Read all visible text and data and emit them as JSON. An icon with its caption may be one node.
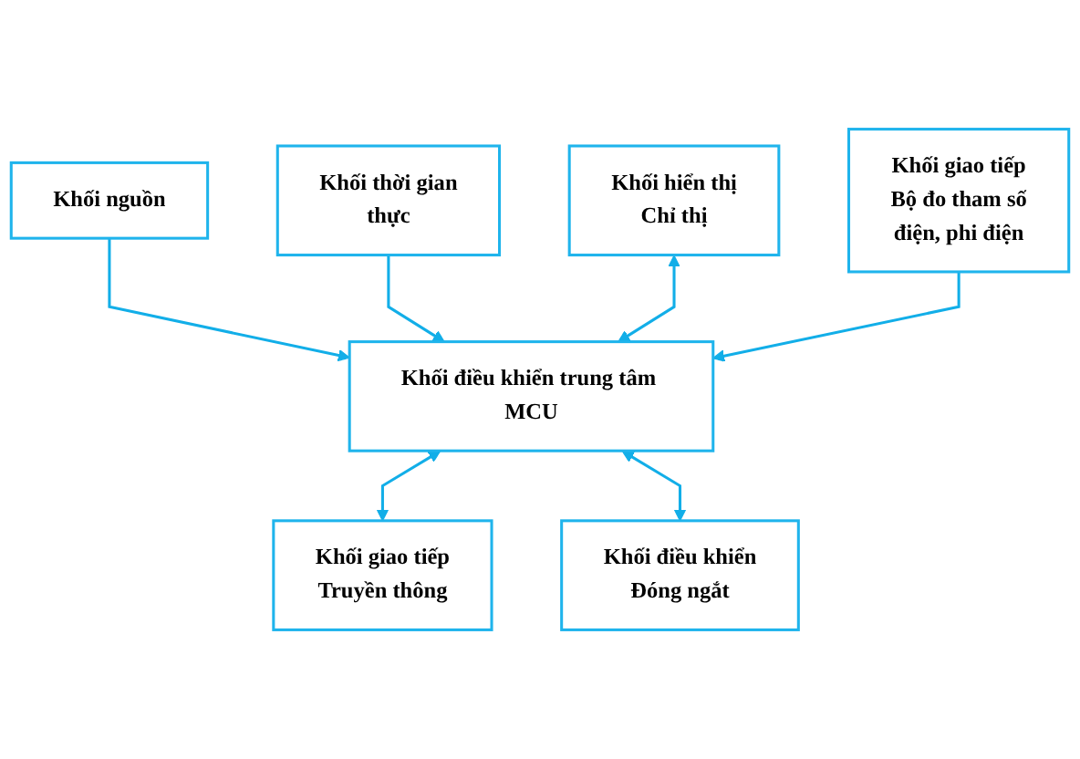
{
  "diagram": {
    "nodes": [
      {
        "text": [
          "Khối nguồn"
        ]
      },
      {
        "text": [
          "Khối thời gian thực"
        ]
      },
      {
        "text": [
          "Khối hiển thị Chỉ thị"
        ]
      },
      {
        "text": [
          "Khối điều khiển trung tâm MCU"
        ]
      },
      {
        "text": [
          "Khối giao tiếp Truyền thông"
        ]
      },
      {
        "text": [
          "Khối điều khiển Đóng ngắt"
        ]
      },
      {
        "text": [
          "Khối giao tiếp Bộ đo tham số điện, phi điện"
        ]
      }
    ],
    "edges": [
      {
        "from": 0,
        "to": 3,
        "arrow": "to"
      },
      {
        "from": 1,
        "to": 3,
        "arrow": "to"
      },
      {
        "from": 2,
        "to": 3,
        "arrow": "both"
      },
      {
        "from": 3,
        "to": 4,
        "arrow": "both"
      },
      {
        "from": 3,
        "to": 5,
        "arrow": "both"
      },
      {
        "from": 6,
        "to": 3,
        "arrow": "to"
      }
    ]
  }
}
